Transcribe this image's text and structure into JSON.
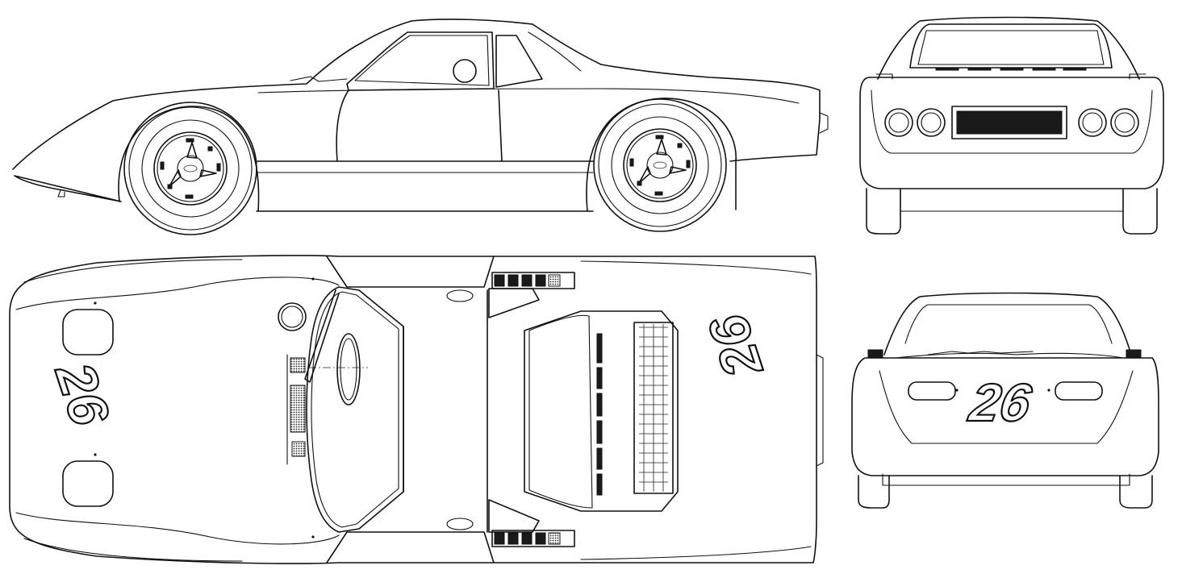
{
  "race_number": "26",
  "views": [
    {
      "view": "side-view"
    },
    {
      "view": "top-view"
    },
    {
      "view": "front-view"
    },
    {
      "view": "rear-view"
    }
  ]
}
